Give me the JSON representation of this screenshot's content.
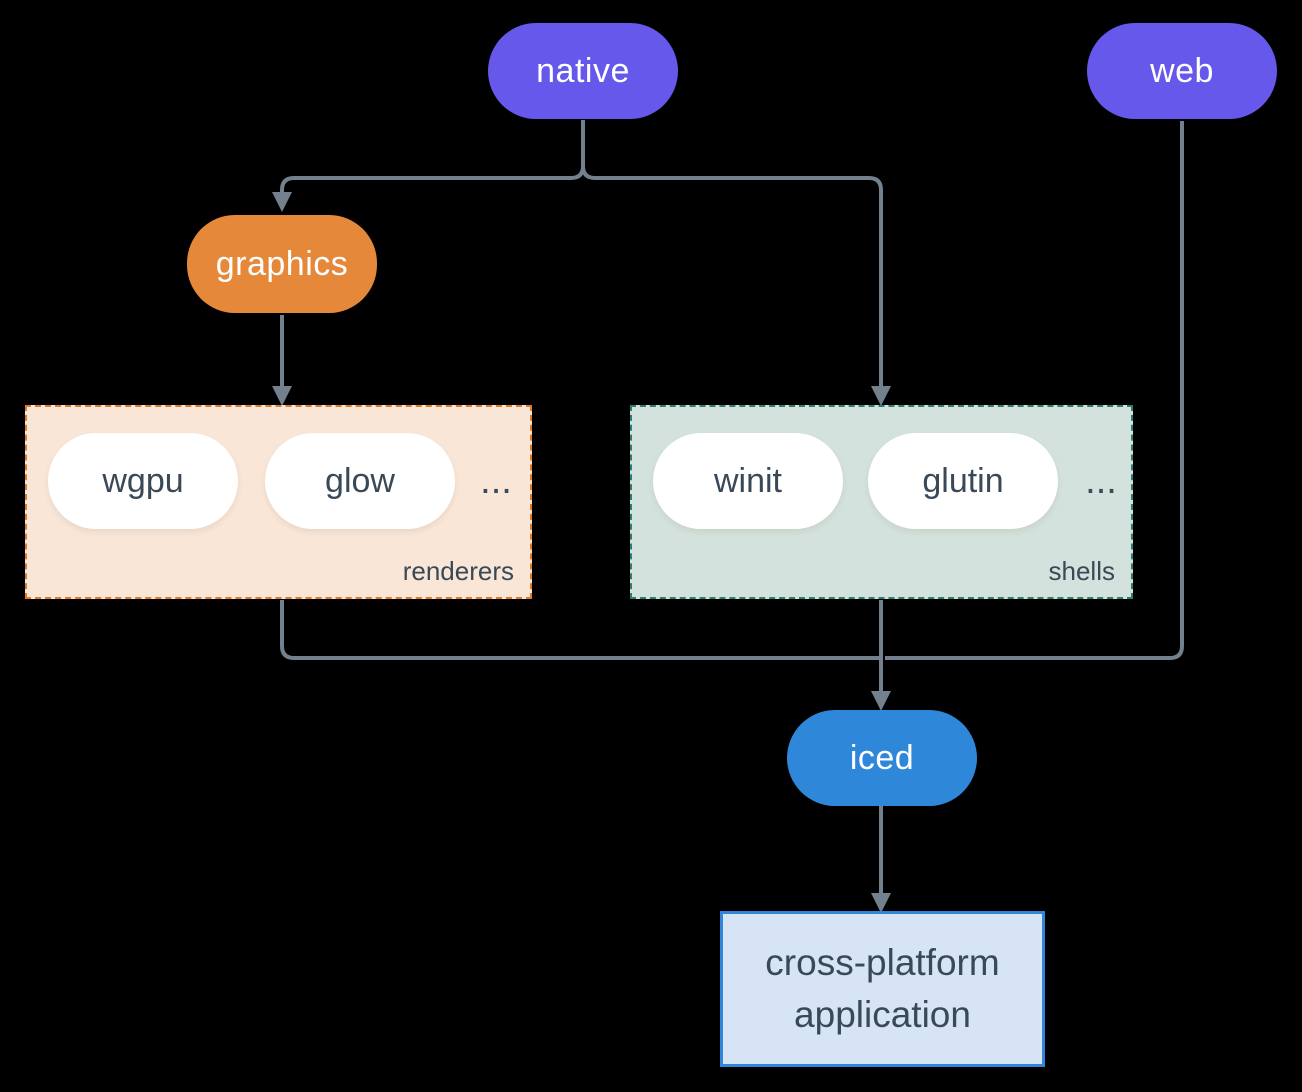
{
  "canvas": {
    "background": "#000000",
    "edge_color": "#73808e"
  },
  "nodes": {
    "native": {
      "label": "native",
      "color": "#6558ea",
      "text_color": "#ffffff"
    },
    "web": {
      "label": "web",
      "color": "#6558ea",
      "text_color": "#ffffff"
    },
    "graphics": {
      "label": "graphics",
      "color": "#e5883a",
      "text_color": "#ffffff"
    },
    "iced": {
      "label": "iced",
      "color": "#2e87d8",
      "text_color": "#ffffff"
    }
  },
  "groups": {
    "renderers": {
      "label": "renderers",
      "pills": [
        "wgpu",
        "glow"
      ],
      "ellipsis": "...",
      "background": "#f9e6d7",
      "border_color": "#e07b28",
      "text_color": "#3a4957"
    },
    "shells": {
      "label": "shells",
      "pills": [
        "winit",
        "glutin"
      ],
      "ellipsis": "...",
      "background": "#d3e2dc",
      "border_color": "#2e7d72",
      "text_color": "#3a4957"
    }
  },
  "application_box": {
    "line1": "cross-platform",
    "line2": "application",
    "background": "#d6e4f5",
    "border_color": "#3186db",
    "text_color": "#3a4957"
  },
  "edges": [
    {
      "from": "native",
      "to": "graphics"
    },
    {
      "from": "native",
      "to": "shells"
    },
    {
      "from": "graphics",
      "to": "renderers"
    },
    {
      "from": "renderers",
      "to": "iced"
    },
    {
      "from": "web",
      "to": "iced"
    },
    {
      "from": "shells",
      "to": "iced"
    },
    {
      "from": "iced",
      "to": "application"
    }
  ]
}
